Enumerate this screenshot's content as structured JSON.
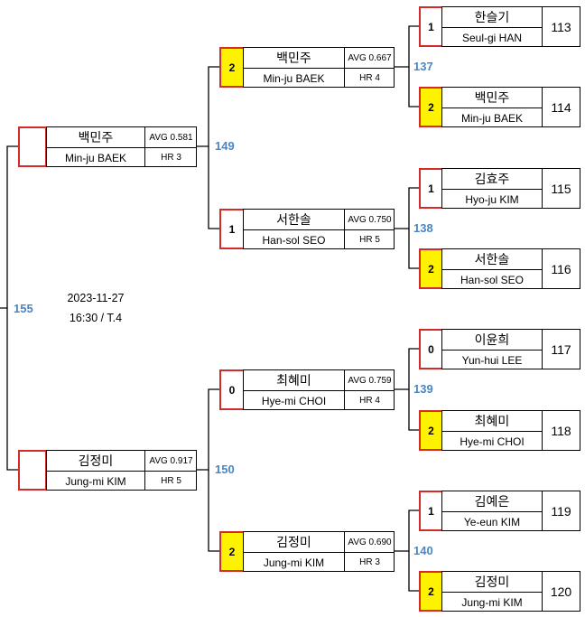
{
  "event": {
    "date": "2023-11-27",
    "time_table": "16:30 / T.4"
  },
  "final": {
    "match_no": "155"
  },
  "semifinals": [
    {
      "match_no": "149",
      "name_ko": "백민주",
      "name_en": "Min-ju BAEK",
      "avg": "AVG 0.581",
      "hr": "HR 3",
      "score": ""
    },
    {
      "match_no": "150",
      "name_ko": "김정미",
      "name_en": "Jung-mi KIM",
      "avg": "AVG 0.917",
      "hr": "HR 5",
      "score": ""
    }
  ],
  "quarterfinals": [
    {
      "match_no": "137",
      "name_ko": "백민주",
      "name_en": "Min-ju BAEK",
      "avg": "AVG 0.667",
      "hr": "HR 4",
      "score": "2",
      "winner": true
    },
    {
      "match_no": "138",
      "name_ko": "서한솔",
      "name_en": "Han-sol SEO",
      "avg": "AVG 0.750",
      "hr": "HR 5",
      "score": "1",
      "winner": false
    },
    {
      "match_no": "139",
      "name_ko": "최혜미",
      "name_en": "Hye-mi CHOI",
      "avg": "AVG 0.759",
      "hr": "HR 4",
      "score": "0",
      "winner": false
    },
    {
      "match_no": "140",
      "name_ko": "김정미",
      "name_en": "Jung-mi KIM",
      "avg": "AVG 0.690",
      "hr": "HR 3",
      "score": "2",
      "winner": true
    }
  ],
  "round16": [
    {
      "name_ko": "한슬기",
      "name_en": "Seul-gi HAN",
      "match_no": "113",
      "score": "1",
      "winner": false
    },
    {
      "name_ko": "백민주",
      "name_en": "Min-ju BAEK",
      "match_no": "114",
      "score": "2",
      "winner": true
    },
    {
      "name_ko": "김효주",
      "name_en": "Hyo-ju KIM",
      "match_no": "115",
      "score": "1",
      "winner": false
    },
    {
      "name_ko": "서한솔",
      "name_en": "Han-sol SEO",
      "match_no": "116",
      "score": "2",
      "winner": true
    },
    {
      "name_ko": "이윤희",
      "name_en": "Yun-hui LEE",
      "match_no": "117",
      "score": "0",
      "winner": false
    },
    {
      "name_ko": "최혜미",
      "name_en": "Hye-mi CHOI",
      "match_no": "118",
      "score": "2",
      "winner": true
    },
    {
      "name_ko": "김예은",
      "name_en": "Ye-eun KIM",
      "match_no": "119",
      "score": "1",
      "winner": false
    },
    {
      "name_ko": "김정미",
      "name_en": "Jung-mi KIM",
      "match_no": "120",
      "score": "2",
      "winner": true
    }
  ],
  "colors": {
    "seed_border": "#d42a2a",
    "winner_fill": "#fff200",
    "match_number": "#4a86c5"
  }
}
